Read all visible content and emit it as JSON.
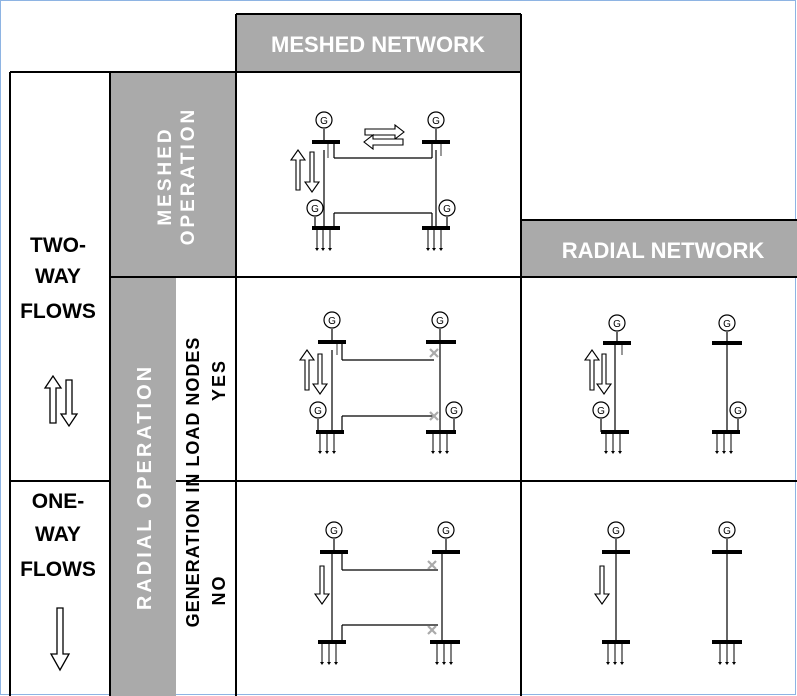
{
  "headers": {
    "meshed_network": "MESHED NETWORK",
    "radial_network": "RADIAL NETWORK"
  },
  "rows": {
    "meshed_operation_line1": "MESHED",
    "meshed_operation_line2": "OPERATION",
    "radial_operation": "RADIAL OPERATION",
    "generation_in_load_nodes": "GENERATION IN LOAD NODES",
    "yes": "YES",
    "no": "NO"
  },
  "flows": {
    "two_way_line1": "TWO-",
    "two_way_line2": "WAY",
    "two_way_line3": "FLOWS",
    "one_way_line1": "ONE-",
    "one_way_line2": "WAY",
    "one_way_line3": "FLOWS"
  },
  "symbols": {
    "generator": "G"
  },
  "colors": {
    "header_fill": "#aaaaaa",
    "header_text": "#ffffff",
    "row_label_fill": "#aaaaaa",
    "disconnected_switch": "#aaaaaa",
    "border": "#000000",
    "window_border": "#8eb4e3"
  }
}
